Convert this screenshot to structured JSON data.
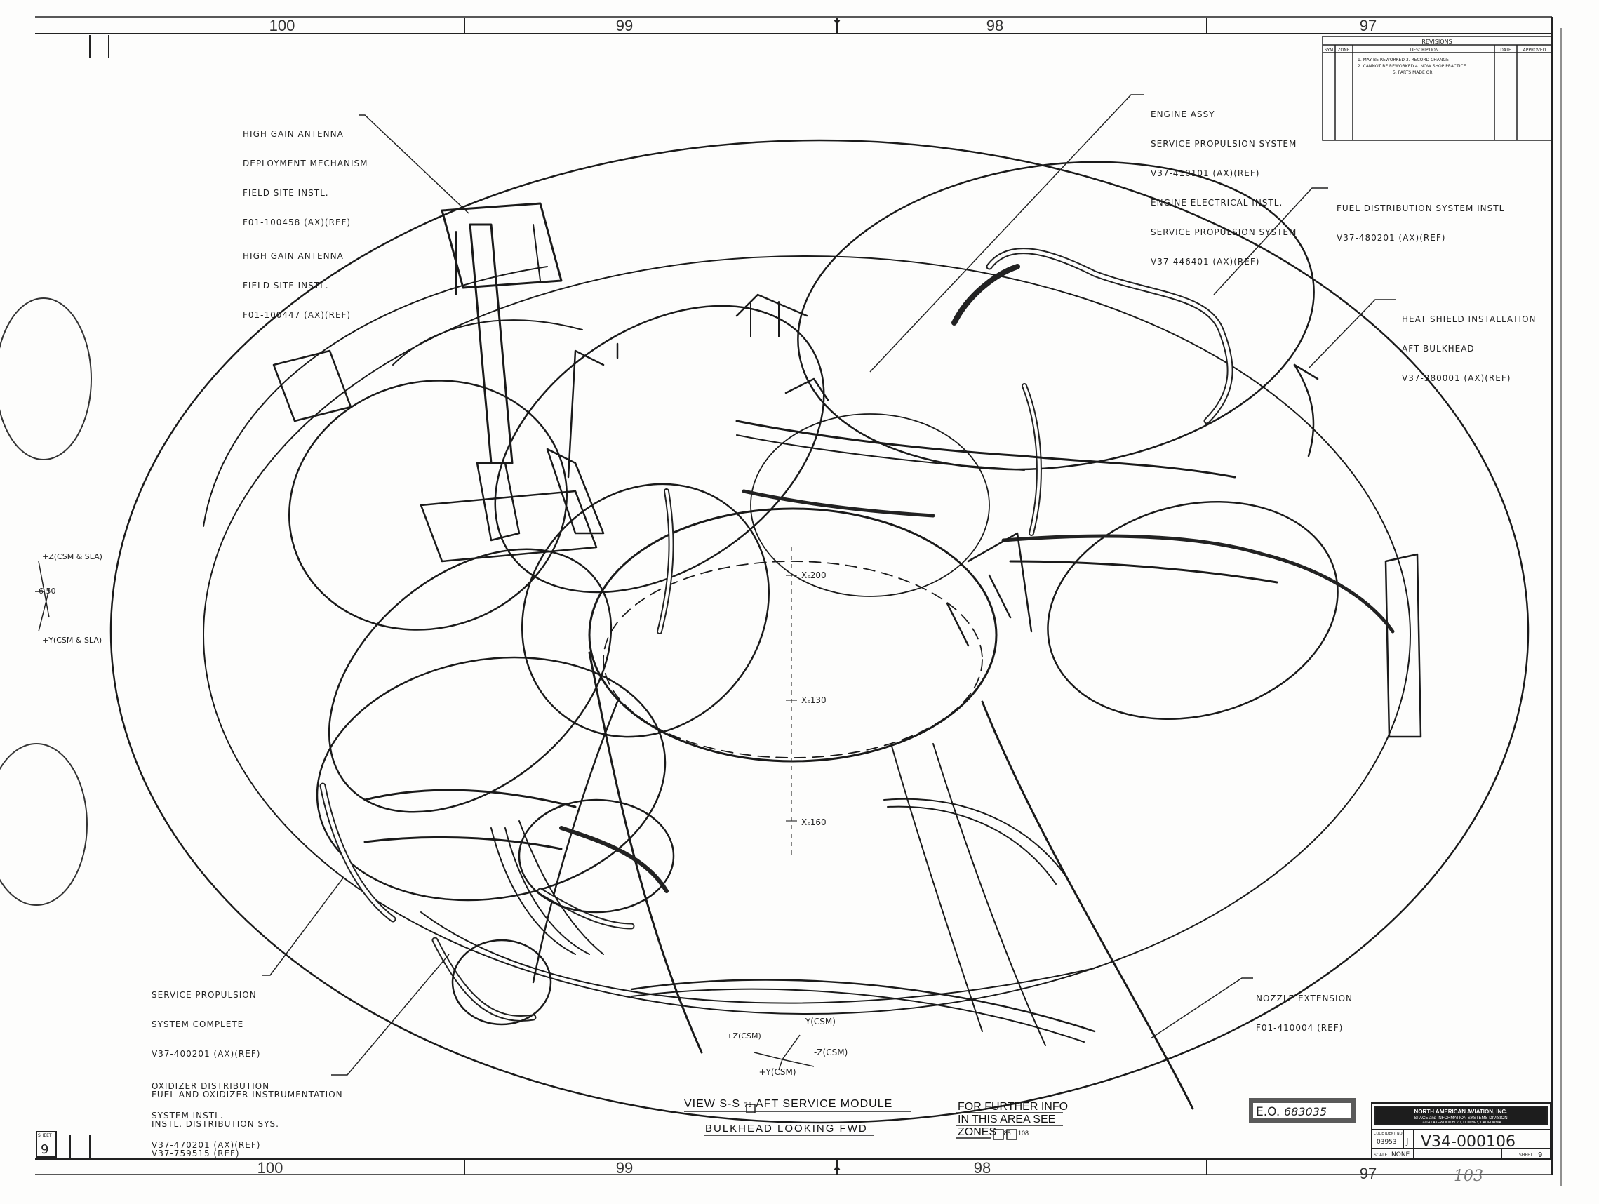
{
  "zones_top": [
    "100",
    "99",
    "98",
    "97"
  ],
  "zones_bottom": [
    "100",
    "99",
    "98",
    "97"
  ],
  "revisions": {
    "header": "REVISIONS",
    "col_sym": "SYM",
    "col_zone": "ZONE",
    "col_desc": "DESCRIPTION",
    "col_date": "DATE",
    "col_approved": "APPROVED",
    "notes": [
      "1. MAY BE REWORKED    3. RECORD CHANGE",
      "2. CANNOT BE REWORKED  4. NOW SHOP PRACTICE",
      "5. PARTS MADE OR"
    ]
  },
  "callouts": {
    "hga": [
      "HIGH GAIN ANTENNA",
      "DEPLOYMENT MECHANISM",
      "FIELD SITE INSTL.",
      "F01-100458  (AX)(REF)",
      "HIGH GAIN ANTENNA",
      "FIELD SITE INSTL.",
      "F01-100447 (AX)(REF)"
    ],
    "engine": [
      "ENGINE ASSY",
      "SERVICE PROPULSION SYSTEM",
      "V37-410101  (AX)(REF)",
      "ENGINE ELECTRICAL INSTL.",
      "SERVICE PROPULSION SYSTEM",
      "V37-446401  (AX)(REF)"
    ],
    "fuel": [
      "FUEL DISTRIBUTION SYSTEM INSTL",
      "V37-480201  (AX)(REF)"
    ],
    "heat": [
      "HEAT SHIELD INSTALLATION",
      "AFT BULKHEAD",
      "V37-380001  (AX)(REF)"
    ],
    "sps": [
      "SERVICE PROPULSION",
      "SYSTEM COMPLETE",
      "V37-400201 (AX)(REF)",
      "OXIDIZER DISTRIBUTION",
      "SYSTEM  INSTL.",
      "V37-470201  (AX)(REF)"
    ],
    "instr": [
      "FUEL AND OXIDIZER INSTRUMENTATION",
      "INSTL. DISTRIBUTION SYS.",
      "V37-759515  (REF)"
    ],
    "nozzle": [
      "NOZZLE  EXTENSION",
      "F01-410004  (REF)"
    ]
  },
  "axis_left": {
    "z": "+Z(CSM & SLA)",
    "angle": "6.50",
    "y": "+Y(CSM & SLA)"
  },
  "stations": {
    "s200": "Xₛ200",
    "s130": "Xₛ130",
    "s160": "Xₛ160"
  },
  "coord": {
    "ny": "-Y(CSM)",
    "pz": "+Z(CSM)",
    "nz": "-Z(CSM)",
    "py": "+Y(CSM)"
  },
  "view_title": {
    "line1": "VIEW S-S",
    "tag": "73",
    "line1b": "AFT SERVICE MODULE",
    "line2": "BULKHEAD  LOOKING  FWD"
  },
  "further": {
    "l1": "FOR FURTHER INFO",
    "l2": "IN THIS AREA SEE",
    "l3": "ZONES",
    "z1": "85",
    "z2": "108"
  },
  "eo": {
    "label": "E.O.",
    "number": "683035"
  },
  "title_block": {
    "company": "NORTH AMERICAN AVIATION, INC.",
    "division": "SPACE and INFORMATION SYSTEMS DIVISION",
    "address": "12214 LAKEWOOD BLVD, DOWNEY, CALIFORNIA",
    "code_label": "CODE IDENT NO.",
    "code": "03953",
    "size": "J",
    "drawing_no": "V34-000106",
    "scale_label": "SCALE",
    "scale": "NONE",
    "sheet_label": "SHEET",
    "sheet": "9"
  },
  "sheet_tab": {
    "label": "SHEET",
    "number": "9"
  },
  "handwritten": "103"
}
